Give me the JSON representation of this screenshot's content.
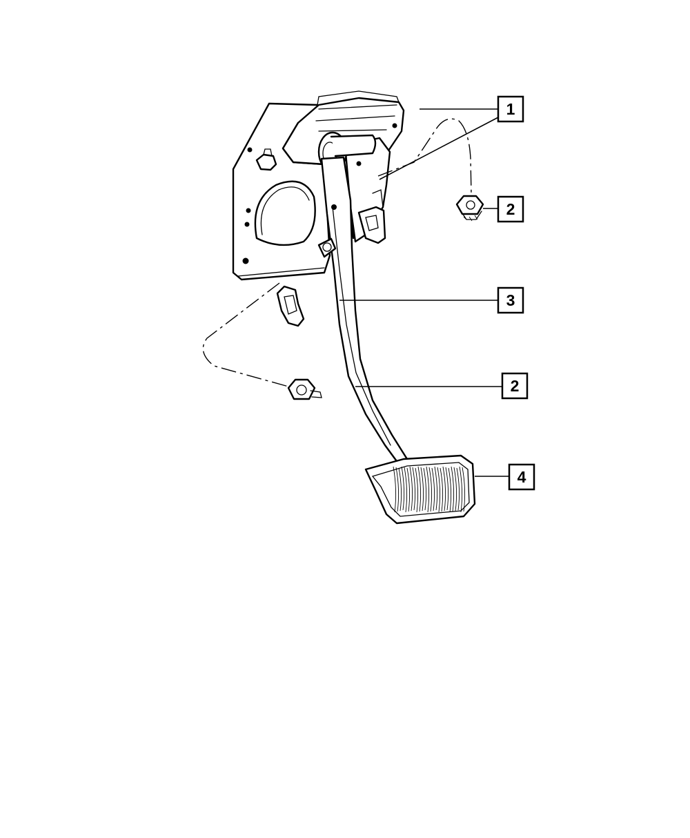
{
  "diagram": {
    "callouts": [
      {
        "id": "callout-1-top",
        "label": "1"
      },
      {
        "id": "callout-2-upper",
        "label": "2"
      },
      {
        "id": "callout-3",
        "label": "3"
      },
      {
        "id": "callout-2-lower",
        "label": "2"
      },
      {
        "id": "callout-4",
        "label": "4"
      }
    ]
  }
}
